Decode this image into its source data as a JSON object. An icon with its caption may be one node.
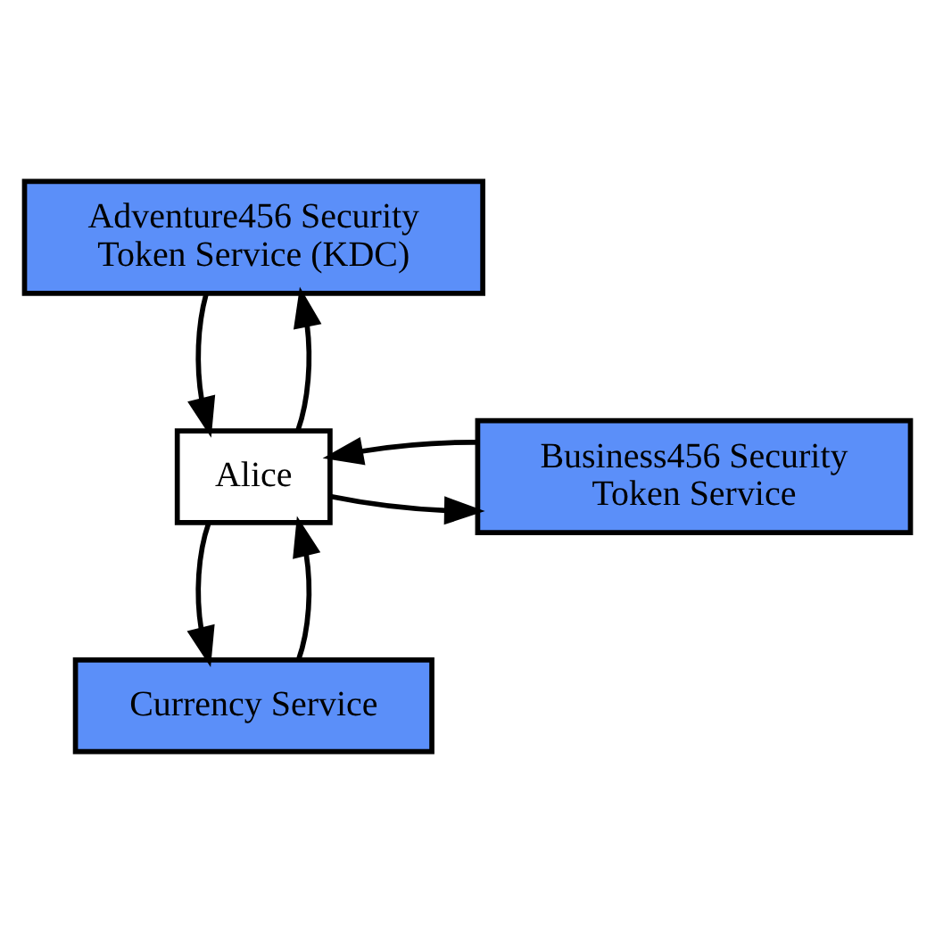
{
  "diagram": {
    "nodes": [
      {
        "text": [
          "Adventure456 Security Token Service (KDC)"
        ]
      },
      {
        "text": [
          "Alice"
        ]
      },
      {
        "text": [
          "Business456 Security Token Service"
        ]
      },
      {
        "text": [
          "Currency Service"
        ]
      }
    ],
    "edges": [
      {
        "from": 1,
        "to": 0,
        "arrow": "to"
      },
      {
        "from": 0,
        "to": 1,
        "arrow": "to"
      },
      {
        "from": 1,
        "to": 2,
        "arrow": "to"
      },
      {
        "from": 2,
        "to": 1,
        "arrow": "to"
      },
      {
        "from": 1,
        "to": 3,
        "arrow": "to"
      },
      {
        "from": 3,
        "to": 1,
        "arrow": "to"
      }
    ]
  }
}
